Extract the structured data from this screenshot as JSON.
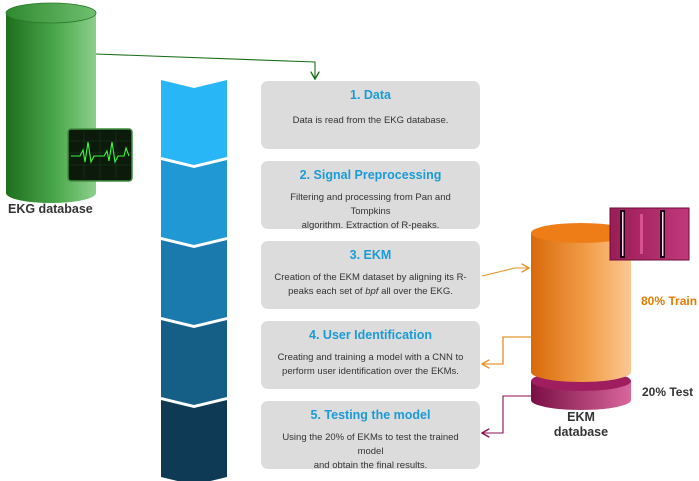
{
  "sources": {
    "ekg_label": "EKG database",
    "ekm_label_line1": "EKM",
    "ekm_label_line2": "database"
  },
  "split": {
    "train_label": "80% Train",
    "test_label": "20% Test",
    "train_color": "#e07b00",
    "test_color": "#8b1050"
  },
  "steps": [
    {
      "title": "1. Data",
      "desc_lines": [
        "Data is read from the EKG database."
      ],
      "chevron_color": "#29b6f6"
    },
    {
      "title": "2. Signal Preprocessing",
      "desc_lines": [
        "Filtering and processing from Pan and Tompkins",
        "algorithm. Extraction of R-peaks."
      ],
      "chevron_color": "#1f98d3"
    },
    {
      "title": "3. EKM",
      "desc_pre": "Creation of the EKM dataset by aligning its R-",
      "desc_line2_a": "peaks each set of ",
      "desc_line2_em": "bpf",
      "desc_line2_b": " all over the EKG.",
      "chevron_color": "#1a79ad"
    },
    {
      "title": "4. User Identification",
      "desc_lines": [
        "Creating and training a model with a CNN to",
        "perform user identification over the EKMs."
      ],
      "chevron_color": "#155f86"
    },
    {
      "title": "5. Testing the model",
      "desc_lines": [
        "Using the 20% of EKMs to test the trained model",
        "and obtain the final results."
      ],
      "chevron_color": "#0f3a55"
    }
  ],
  "colors": {
    "ekg_cylinder": "#2e8b2e",
    "ekm_cylinder": "#f08a24",
    "step_title": "#1b9bd6",
    "box_fill": "#dcdcdc"
  },
  "icons": {
    "ekg_monitor": "ekg-monitor-icon",
    "ekm_image": "ekm-heatmap-icon"
  }
}
